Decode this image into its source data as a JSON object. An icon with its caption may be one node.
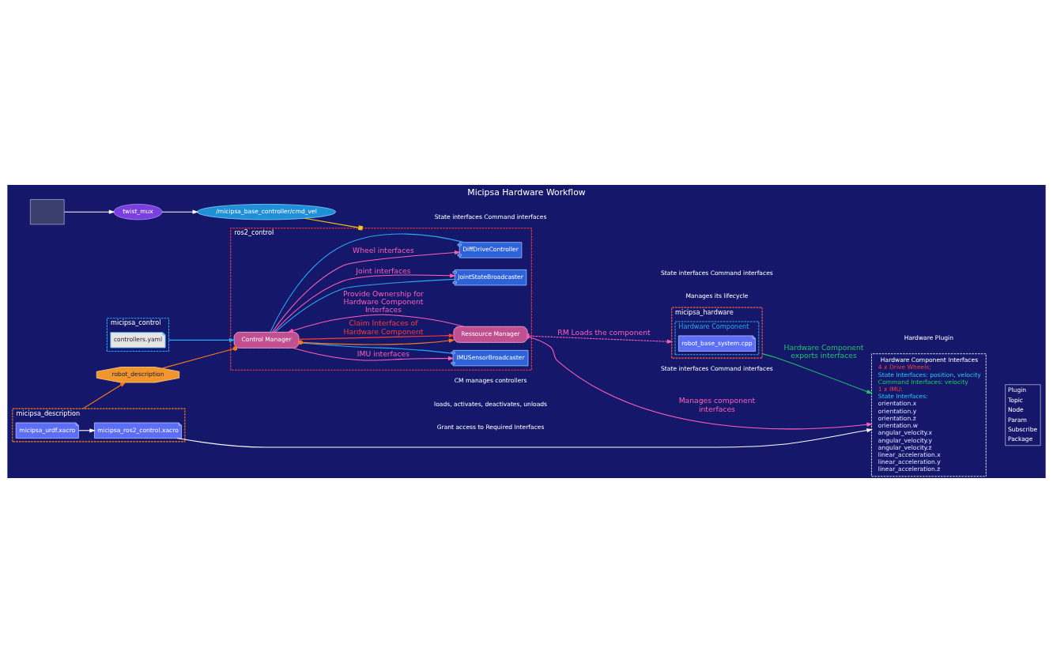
{
  "diagram": {
    "title": "Micipsa Hardware Workflow",
    "nodes": [
      {
        "text": [],
        "shape": "box"
      },
      {
        "text": [
          "twist_mux"
        ]
      },
      {
        "text": [
          "/micipsa_base_controller/cmd_vel"
        ]
      },
      {
        "text": [
          "micipsa_control"
        ]
      },
      {
        "text": [
          "controllers.yaml"
        ],
        "in": 3
      },
      {
        "text": [
          "micipsa_description"
        ]
      },
      {
        "text": [
          "micipsa_urdf.xacro"
        ],
        "in": 5
      },
      {
        "text": [
          "micipsa_ros2_control.xacro"
        ],
        "in": 5
      },
      {
        "text": [
          "robot_description"
        ]
      },
      {
        "text": [
          "Hardware Component Interfaces",
          "4 x Drive Wheels:",
          "State Interfaces: position, velocity",
          "Command Interfaces: velocity",
          "1 x IMU:",
          "State Interfaces:",
          "orientation.x",
          "orientation.y",
          "orientation.z",
          "orientation.w",
          "angular_velocity.x",
          "angular_velocity.y",
          "angular_velocity.z",
          "linear_acceleration.x",
          "linear_acceleration.y",
          "linear_acceleration.z"
        ]
      },
      {
        "text": [
          "ros2_control"
        ]
      },
      {
        "text": [
          "DiffDriveController"
        ],
        "in": 10
      },
      {
        "text": [
          "JointStateBroadcaster"
        ],
        "in": 10
      },
      {
        "text": [
          "IMUSensorBroadcaster"
        ],
        "in": 10
      },
      {
        "text": [
          "Control Manager"
        ],
        "in": 10
      },
      {
        "text": [
          "Ressource Manager"
        ],
        "in": 10
      },
      {
        "text": [
          "micipsa_hardware"
        ]
      },
      {
        "text": [
          "Hardware Component"
        ],
        "in": 16
      },
      {
        "text": [
          "robot_base_system.cpp"
        ],
        "in": 17
      }
    ],
    "edges": [
      {
        "from": 0,
        "to": 1,
        "arrow": "to",
        "color": "#ffffff"
      },
      {
        "from": 1,
        "to": 2,
        "arrow": "to",
        "color": "#ffffff"
      },
      {
        "from": 2,
        "to": 10,
        "arrow": "other",
        "color": "#f5c518"
      },
      {
        "from": 3,
        "to": 14,
        "arrow": "to",
        "color": "#29a9f0"
      },
      {
        "from": 6,
        "to": 7,
        "arrow": "to",
        "color": "#ffffff"
      },
      {
        "from": 7,
        "to": 9,
        "arrow": "to",
        "color": "#ffffff"
      },
      {
        "from": 5,
        "to": 8,
        "arrow": "to",
        "color": "#ff7a1a"
      },
      {
        "from": 8,
        "to": 14,
        "arrow": "other",
        "color": "#ff7a1a"
      },
      {
        "from": 14,
        "to": 11,
        "arrow": "to",
        "label": "Wheel interfaces",
        "color": "#ff5fb8"
      },
      {
        "from": 14,
        "to": 12,
        "arrow": "to",
        "label": "Joint interfaces",
        "color": "#ff5fb8"
      },
      {
        "from": 14,
        "to": 13,
        "arrow": "to",
        "label": "IMU interfaces",
        "color": "#ff5fb8"
      },
      {
        "from": 14,
        "to": 11,
        "arrow": "none",
        "color": "#29a9f0"
      },
      {
        "from": 14,
        "to": 12,
        "arrow": "none",
        "color": "#29a9f0"
      },
      {
        "from": 14,
        "to": 13,
        "arrow": "none",
        "color": "#29a9f0"
      },
      {
        "from": 15,
        "to": 14,
        "arrow": "to",
        "label": "Provide Ownership for Hardware Component Interfaces",
        "color": "#ff5fb8"
      },
      {
        "from": 14,
        "to": 15,
        "arrow": "to",
        "color": "#ff7a1a"
      },
      {
        "from": 14,
        "to": 15,
        "arrow": "to",
        "label": "Claim Interfaces of Hardware Component",
        "color": "#ff3b3b"
      },
      {
        "from": 15,
        "to": 9,
        "arrow": "to",
        "label": "Manages component interfaces",
        "color": "#ff5fb8"
      },
      {
        "from": 15,
        "to": 16,
        "arrow": "to",
        "label": "RM Loads the component",
        "style": "dashed",
        "color": "#ff5fb8"
      },
      {
        "from": 16,
        "to": 9,
        "arrow": "to",
        "label": "Hardware Component exports interfaces",
        "color": "#1fc46a"
      }
    ],
    "labels": [
      "Grant access to Required Interfaces",
      "State interfaces Command interfaces",
      "State interfaces Command interfaces",
      "State interfaces Command interfaces",
      "CM manages controllers",
      "loads, activates, deactivates, unloads",
      "Manages its lifecycle",
      "Hardware Plugin"
    ],
    "legend": [
      {
        "text": "Plugin"
      },
      {
        "text": "Topic"
      },
      {
        "text": "Node"
      },
      {
        "text": "Param"
      },
      {
        "text": "Subscribe"
      },
      {
        "text": "Package"
      }
    ]
  }
}
